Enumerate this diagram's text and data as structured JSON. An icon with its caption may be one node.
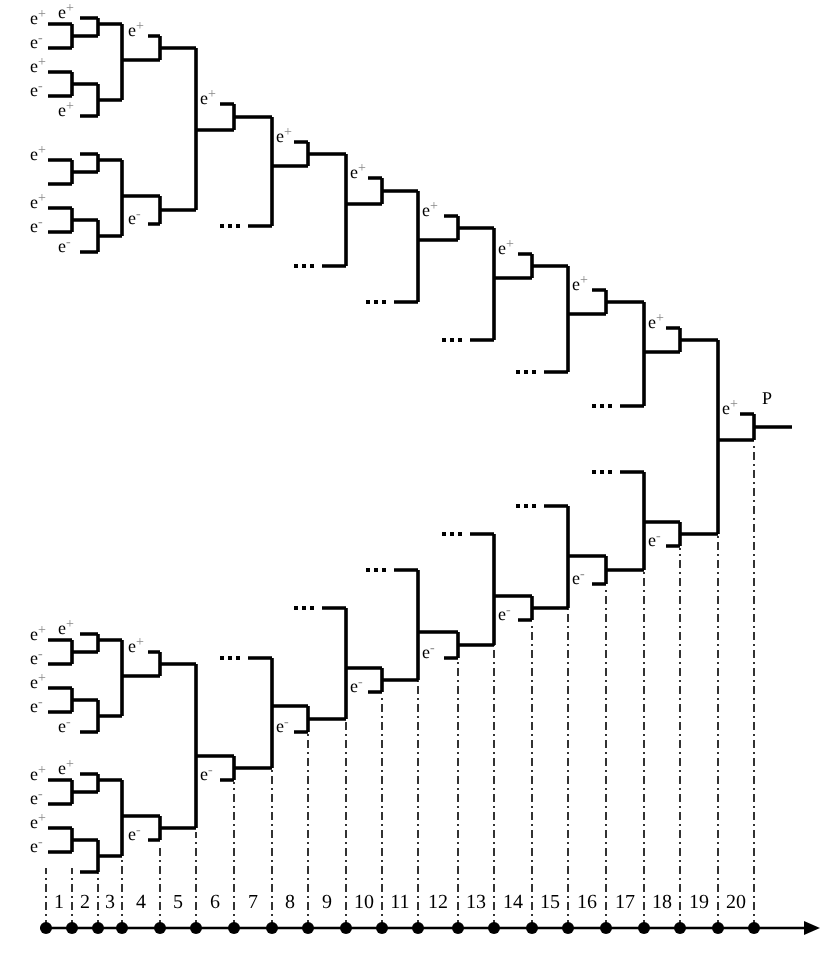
{
  "diagram": {
    "labels": [
      "e$^{+}$",
      "e$^{+}$",
      "e$^{+}$",
      "e$^{-}$",
      "e$^{+}$",
      "e$^{-}$",
      "e$^{+}$",
      "e$^{+}$",
      "e$^{+}$",
      "e$^{+}$",
      "e$^{+}$",
      "e$^{+}$",
      "e$^{+}$",
      "e$^{-}$",
      "e$^{-}$",
      "e$^{-}$",
      "e$^{+}$",
      "e$^{+}$",
      "e$^{+}$",
      "e$^{+}$",
      "P",
      "e$^{-}$",
      "e$^{-}$",
      "e$^{-}$",
      "e$^{+}$",
      "e$^{+}$",
      "e$^{-}$",
      "e$^{+}$",
      "e$^{-}$",
      "e$^{+}$",
      "e$^{-}$",
      "e$^{-}$",
      "e$^{-}$",
      "e$^{-}$",
      "e$^{+}$",
      "e$^{+}$",
      "e$^{-}$",
      "e$^{-}$",
      "e$^{+}$",
      "e$^{-}$",
      "e$^{-}$",
      "1",
      "2",
      "3",
      "4",
      "5",
      "6",
      "7",
      "8",
      "9",
      "10",
      "11",
      "12",
      "13",
      "14",
      "15",
      "16",
      "17",
      "18",
      "19",
      "20"
    ]
  }
}
